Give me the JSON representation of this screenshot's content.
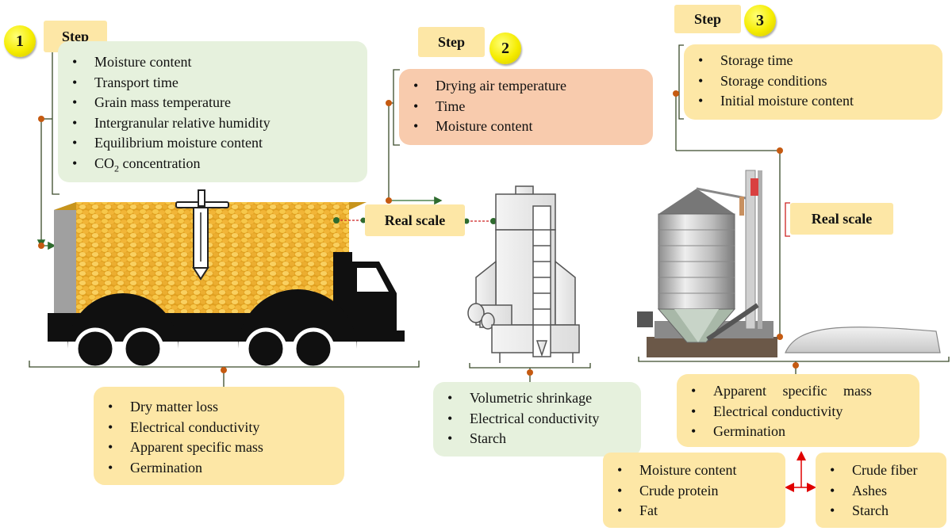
{
  "step_label": "Step",
  "steps": [
    {
      "number": "1",
      "label": "Step"
    },
    {
      "number": "2",
      "label": "Step"
    },
    {
      "number": "3",
      "label": "Step"
    }
  ],
  "step1_parameters": [
    "Moisture content",
    "Transport time",
    "Grain mass temperature",
    "Intergranular relative humidity",
    "Equilibrium moisture content"
  ],
  "step1_co2": {
    "prefix": "CO",
    "subscript": "2",
    "suffix": " concentration"
  },
  "step2_parameters": [
    "Drying air temperature",
    "Time",
    "Moisture content"
  ],
  "step3_parameters": [
    "Storage time",
    "Storage conditions",
    "Initial moisture content"
  ],
  "real_scale_label": "Real scale",
  "transport_outputs": [
    "Dry matter loss",
    "Electrical conductivity",
    "Apparent specific mass",
    "Germination"
  ],
  "drying_outputs": [
    "Volumetric shrinkage",
    "Electrical conductivity",
    "Starch"
  ],
  "storage_outputs": [
    "Apparent specific mass",
    "Electrical conductivity",
    "Germination"
  ],
  "storage_outputs_left": [
    "Moisture content",
    "Crude protein",
    "Fat"
  ],
  "storage_outputs_right": [
    "Crude fiber",
    "Ashes",
    "Starch"
  ],
  "colors": {
    "yellow_box": "#fde7a6",
    "green_box": "#e6f1dd",
    "orange_box": "#f8cbad",
    "badge": "#f5ec00",
    "connector_dot": "#c55a11",
    "red_arrow": "#e00000"
  }
}
